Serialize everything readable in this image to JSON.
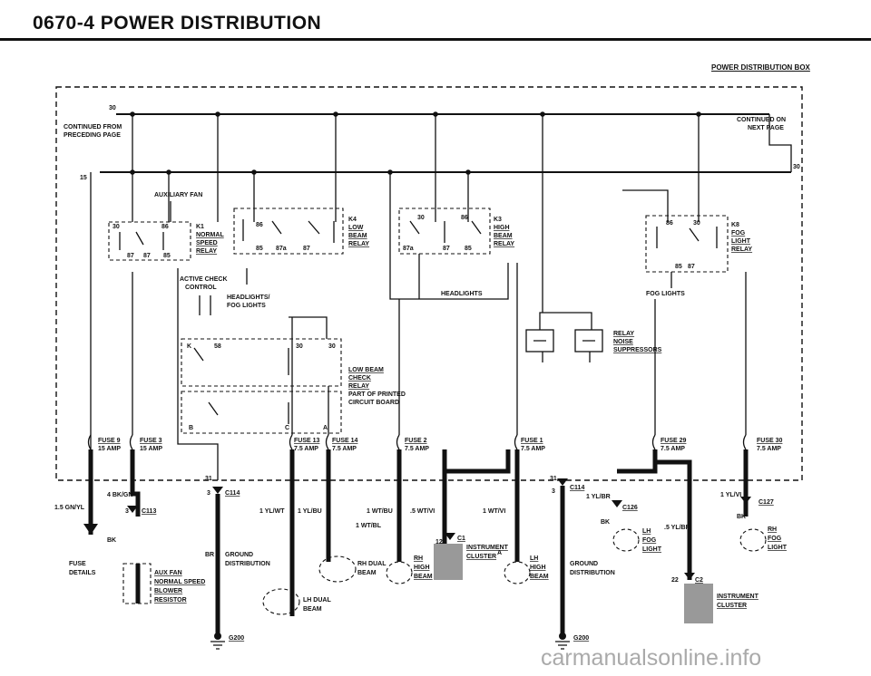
{
  "header": {
    "title": "0670-4   POWER DISTRIBUTION",
    "box_label": "POWER DISTRIBUTION BOX"
  },
  "terminals": {
    "t30_left": "30",
    "continued_from": [
      "CONTINUED FROM",
      "PRECEDING PAGE"
    ],
    "t15_left": "15",
    "continued_on": [
      "CONTINUED ON",
      "NEXT PAGE"
    ],
    "t30_right": "30"
  },
  "relays": {
    "k1": {
      "id": "K1",
      "lines": [
        "NORMAL",
        "SPEED",
        "RELAY"
      ],
      "pins": [
        "30",
        "86",
        "87",
        "85",
        "87"
      ],
      "caption": "AUXILIARY FAN"
    },
    "k4": {
      "id": "K4",
      "lines": [
        "LOW",
        "BEAM",
        "RELAY"
      ],
      "pins": [
        "86",
        "85",
        "87a",
        "87"
      ]
    },
    "k3": {
      "id": "K3",
      "lines": [
        "HIGH",
        "BEAM",
        "RELAY"
      ],
      "pins": [
        "30",
        "86",
        "87a",
        "87",
        "85"
      ]
    },
    "k8": {
      "id": "K8",
      "lines": [
        "FOG",
        "LIGHT",
        "RELAY"
      ],
      "pins": [
        "86",
        "30",
        "85",
        "87"
      ]
    },
    "check": {
      "lines": [
        "LOW BEAM",
        "CHECK",
        "RELAY"
      ],
      "note": [
        "PART OF PRINTED",
        "CIRCUIT BOARD"
      ],
      "pins": [
        "K",
        "58",
        "30",
        "30",
        "B",
        "C",
        "A"
      ]
    }
  },
  "labels": {
    "active_check": [
      "ACTIVE CHECK",
      "CONTROL"
    ],
    "headlights_fog": [
      "HEADLIGHTS/",
      "FOG LIGHTS"
    ],
    "headlights": "HEADLIGHTS",
    "fog_lights": "FOG LIGHTS",
    "noise": [
      "RELAY",
      "NOISE",
      "SUPPRESSORS"
    ]
  },
  "fuses": [
    {
      "name": "FUSE 9",
      "amp": "15 AMP"
    },
    {
      "name": "FUSE 3",
      "amp": "15 AMP"
    },
    {
      "name": "FUSE 13",
      "amp": "7.5 AMP"
    },
    {
      "name": "FUSE 14",
      "amp": "7.5 AMP"
    },
    {
      "name": "FUSE 2",
      "amp": "7.5 AMP"
    },
    {
      "name": "FUSE 1",
      "amp": "7.5 AMP"
    },
    {
      "name": "FUSE 29",
      "amp": "7.5 AMP"
    },
    {
      "name": "FUSE 30",
      "amp": "7.5 AMP"
    }
  ],
  "wires": {
    "w1": "1.5 GN/YL",
    "w2": "4 BK/GN",
    "w3": "BK",
    "w4": "BR",
    "w5": "1 YL/WT",
    "w6": "1 YL/BU",
    "w7": "1 WT/BU",
    "w8": ".5 WT/VI",
    "w9": "1 WT/VI",
    "w10": "1 WT/BL",
    "w11": "1 YL/BR",
    "w12": "BK",
    "w13": ".5 YL/BR",
    "w14": "1 YL/VI",
    "w15": "BK"
  },
  "connectors": {
    "c113": "C113",
    "c114_a": "C114",
    "c114_b": "C114",
    "c126": "C126",
    "c127": "C127",
    "c1": "C1",
    "c2": "C2",
    "pin3a": "3",
    "pin3b": "3",
    "pin31a": "31",
    "pin3c": "3",
    "pin31b": "31",
    "pin3d": "3",
    "pin12": "12",
    "pinA": "A",
    "pin22": "22"
  },
  "components": {
    "fuse_details": [
      "FUSE",
      "DETAILS"
    ],
    "aux_fan": [
      "AUX FAN",
      "NORMAL SPEED",
      "BLOWER",
      "RESISTOR"
    ],
    "ground_dist_a": [
      "GROUND",
      "DISTRIBUTION"
    ],
    "ground_dist_b": [
      "GROUND",
      "DISTRIBUTION"
    ],
    "rh_dual": [
      "RH DUAL",
      "BEAM"
    ],
    "lh_dual": [
      "LH DUAL",
      "BEAM"
    ],
    "rh_high": [
      "RH",
      "HIGH",
      "BEAM"
    ],
    "lh_high": [
      "LH",
      "HIGH",
      "BEAM"
    ],
    "instrument_a": [
      "INSTRUMENT",
      "CLUSTER"
    ],
    "instrument_b": [
      "INSTRUMENT",
      "CLUSTER"
    ],
    "lh_fog": [
      "LH",
      "FOG",
      "LIGHT"
    ],
    "rh_fog": [
      "RH",
      "FOG",
      "LIGHT"
    ],
    "g200_a": "G200",
    "g200_b": "G200"
  },
  "watermark": "carmanualsonline.info"
}
